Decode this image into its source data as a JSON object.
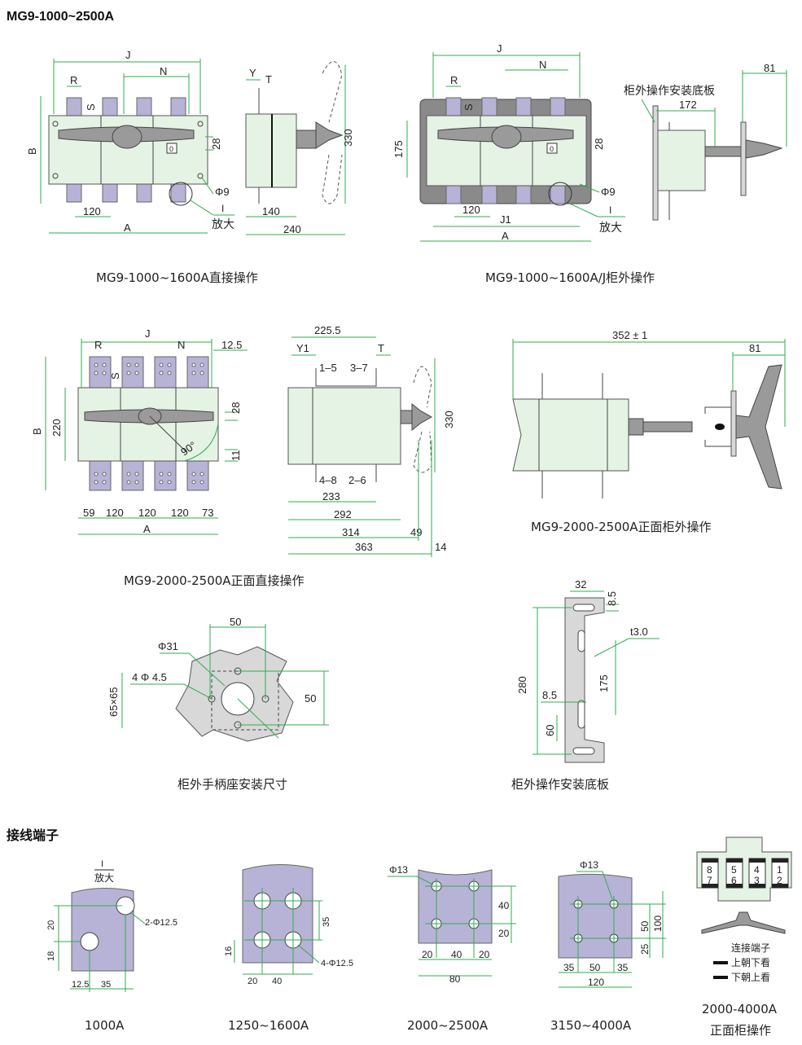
{
  "headers": {
    "main_title": "MG9-1000~2500A",
    "terminal_title": "接线端子"
  },
  "captions": {
    "fig1": "MG9-1000~1600A直接操作",
    "fig2": "MG9-1000~1600A/J柜外操作",
    "fig3": "MG9-2000-2500A正面直接操作",
    "fig4": "MG9-2000-2500A正面柜外操作",
    "fig5": "柜外手柄座安装尺寸",
    "fig6": "柜外操作安装底板",
    "t1": "1000A",
    "t2": "1250~1600A",
    "t3": "2000~2500A",
    "t4": "3150~4000A",
    "t5a": "2000-4000A",
    "t5b": "正面柜操作"
  },
  "fig1_labels": {
    "J": "J",
    "N": "N",
    "R": "R",
    "S": "S",
    "B": "B",
    "d28": "28",
    "phi9": "Φ9",
    "d120": "120",
    "A": "A",
    "I": "I",
    "fangda": "放大",
    "Y": "Y",
    "T": "T",
    "d330": "330",
    "d140": "140",
    "d240": "240"
  },
  "fig2_labels": {
    "J": "J",
    "N": "N",
    "R": "R",
    "S": "S",
    "d175": "175",
    "d28": "28",
    "phi9": "Φ9",
    "d120": "120",
    "J1": "J1",
    "A": "A",
    "I": "I",
    "fangda": "放大",
    "board": "柜外操作安装底板",
    "d81": "81",
    "d172": "172"
  },
  "fig3_labels": {
    "R": "R",
    "J": "J",
    "N": "N",
    "d12_5": "12.5",
    "S": "S",
    "B": "B",
    "d220": "220",
    "d28": "28",
    "deg90": "90°",
    "d11": "11",
    "d59": "59",
    "d120a": "120",
    "d120b": "120",
    "d120c": "120",
    "d73": "73",
    "A": "A",
    "d225_5": "225.5",
    "Y1": "Y1",
    "T": "T",
    "p15": "1–5",
    "p37": "3–7",
    "p48": "4–8",
    "p26": "2–6",
    "d330": "330",
    "d233": "233",
    "d292": "292",
    "d314": "314",
    "d49": "49",
    "d363": "363",
    "d14": "14"
  },
  "fig4_labels": {
    "d352": "352 ± 1",
    "d81": "81"
  },
  "fig5_labels": {
    "d50top": "50",
    "phi31": "Φ31",
    "holes": "4 Φ 4.5",
    "d65": "65×65",
    "d50right": "50"
  },
  "fig6_labels": {
    "d32": "32",
    "d8_5top": "8.5",
    "t3": "t3.0",
    "d280": "280",
    "d175": "175",
    "d8_5": "8.5",
    "d60": "60"
  },
  "terminal_labels": {
    "t1_I": "I",
    "t1_fangda": "放大",
    "t1_holes": "2-Φ12.5",
    "t1_d20": "20",
    "t1_d18": "18",
    "t1_d12_5": "12.5",
    "t1_d35": "35",
    "t2_d35": "35",
    "t2_d16": "16",
    "t2_holes": "4-Φ12.5",
    "t2_d20": "20",
    "t2_d40": "40",
    "t3_phi13": "Φ13",
    "t3_d40v": "40",
    "t3_d20v": "20",
    "t3_d20a": "20",
    "t3_d40h": "40",
    "t3_d20b": "20",
    "t3_d80": "80",
    "t4_phi13": "Φ13",
    "t4_d50v": "50",
    "t4_d100": "100",
    "t4_d25": "25",
    "t4_d35a": "35",
    "t4_d50h": "50",
    "t4_d35b": "35",
    "t4_d120": "120",
    "t5_n8": "8",
    "t5_n7": "7",
    "t5_n5": "5",
    "t5_n6": "6",
    "t5_n4": "4",
    "t5_n3": "3",
    "t5_n1": "1",
    "t5_n2": "2",
    "t5_legend_title": "连接端子",
    "t5_legend_up": "上朝下看",
    "t5_legend_down": "下朝上看"
  },
  "colors": {
    "dimension": "#2fae4f",
    "body": "#e5f3e5",
    "terminal": "#b7b3d6",
    "plate": "#d8d8d8"
  }
}
